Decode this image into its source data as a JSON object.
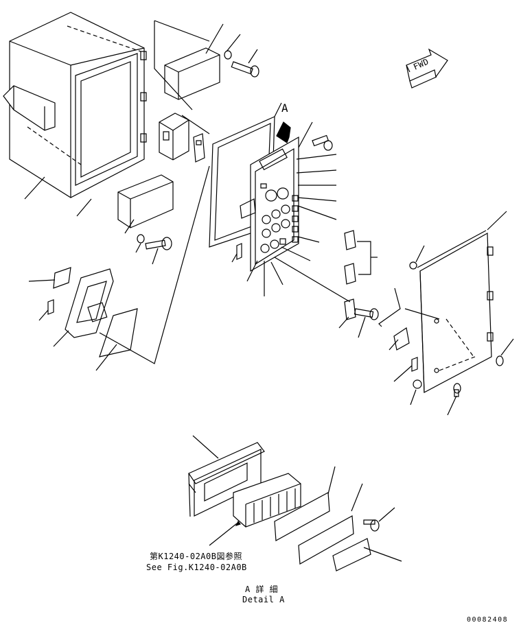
{
  "callouts": {
    "view_label": "A",
    "fwd_label": "FWD",
    "reference_jp": "第K1240-02A0B図参照",
    "reference_en": "See Fig.K1240-02A0B",
    "detail_jp": "A 詳 細",
    "detail_en": "Detail A"
  },
  "drawing_number": "00082408"
}
